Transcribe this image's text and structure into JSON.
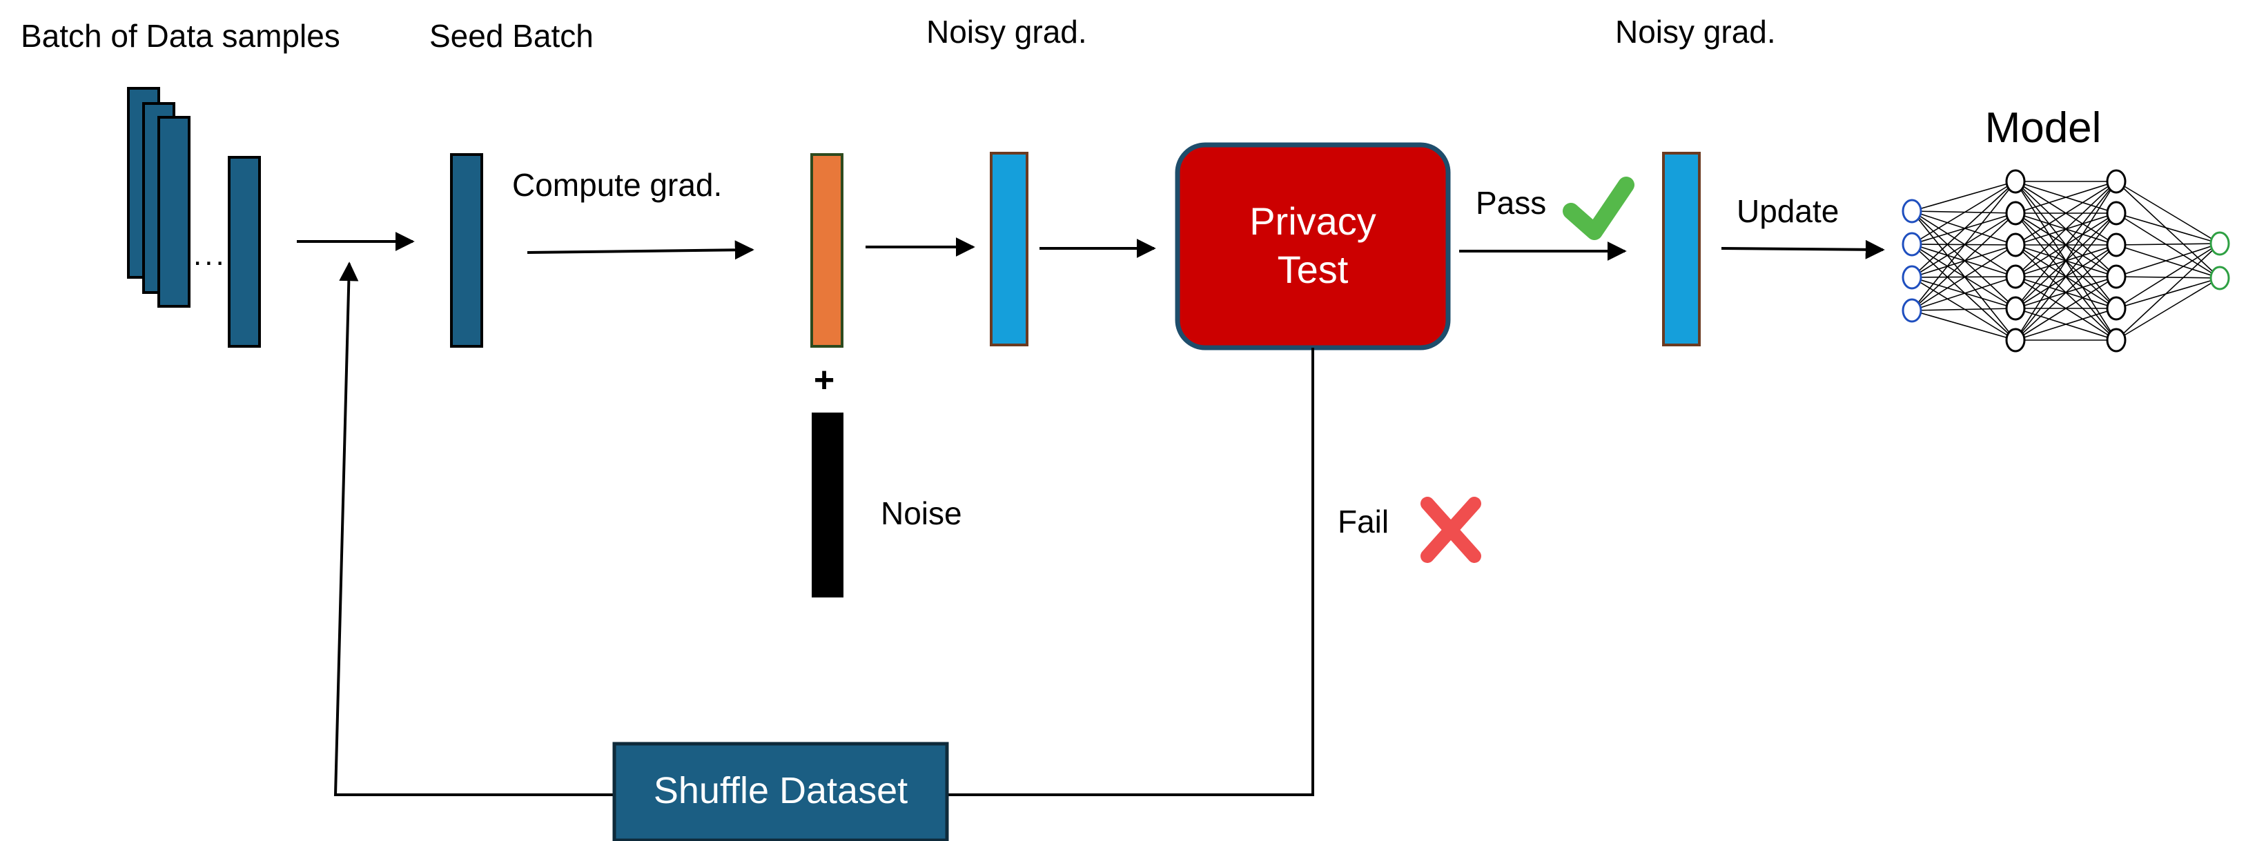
{
  "labels": {
    "batch_of_samples": "Batch of Data samples",
    "seed_batch": "Seed Batch",
    "compute_grad": "Compute grad.",
    "noisy_grad_1": "Noisy grad.",
    "noisy_grad_2": "Noisy grad.",
    "plus": "+",
    "noise": "Noise",
    "privacy_test_line1": "Privacy",
    "privacy_test_line2": "Test",
    "pass": "Pass",
    "fail": "Fail",
    "update": "Update",
    "model": "Model",
    "shuffle_dataset": "Shuffle Dataset",
    "ellipsis": "..."
  },
  "colors": {
    "data_block": "#1b5e83",
    "gradient": "#e8783a",
    "noisy_gradient": "#159fdb",
    "noise": "#000000",
    "privacy_test": "#cc0000",
    "privacy_test_border": "#1e4d6b",
    "pass_check": "#55b94a",
    "fail_cross": "#f04e4e",
    "nn_input_nodes": "#1f4fbf",
    "nn_output_nodes": "#2ea043"
  },
  "icons": {
    "pass": "check-icon",
    "fail": "cross-icon"
  },
  "model": {
    "layer_sizes": [
      4,
      6,
      6,
      2
    ]
  }
}
